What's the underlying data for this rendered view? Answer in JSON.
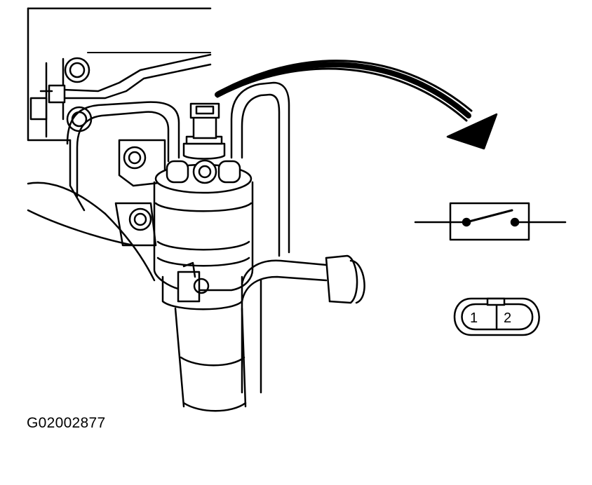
{
  "figure_id": "G02002877",
  "connector": {
    "pin_1": "1",
    "pin_2": "2"
  },
  "colors": {
    "ink": "#000000",
    "paper": "#ffffff"
  }
}
